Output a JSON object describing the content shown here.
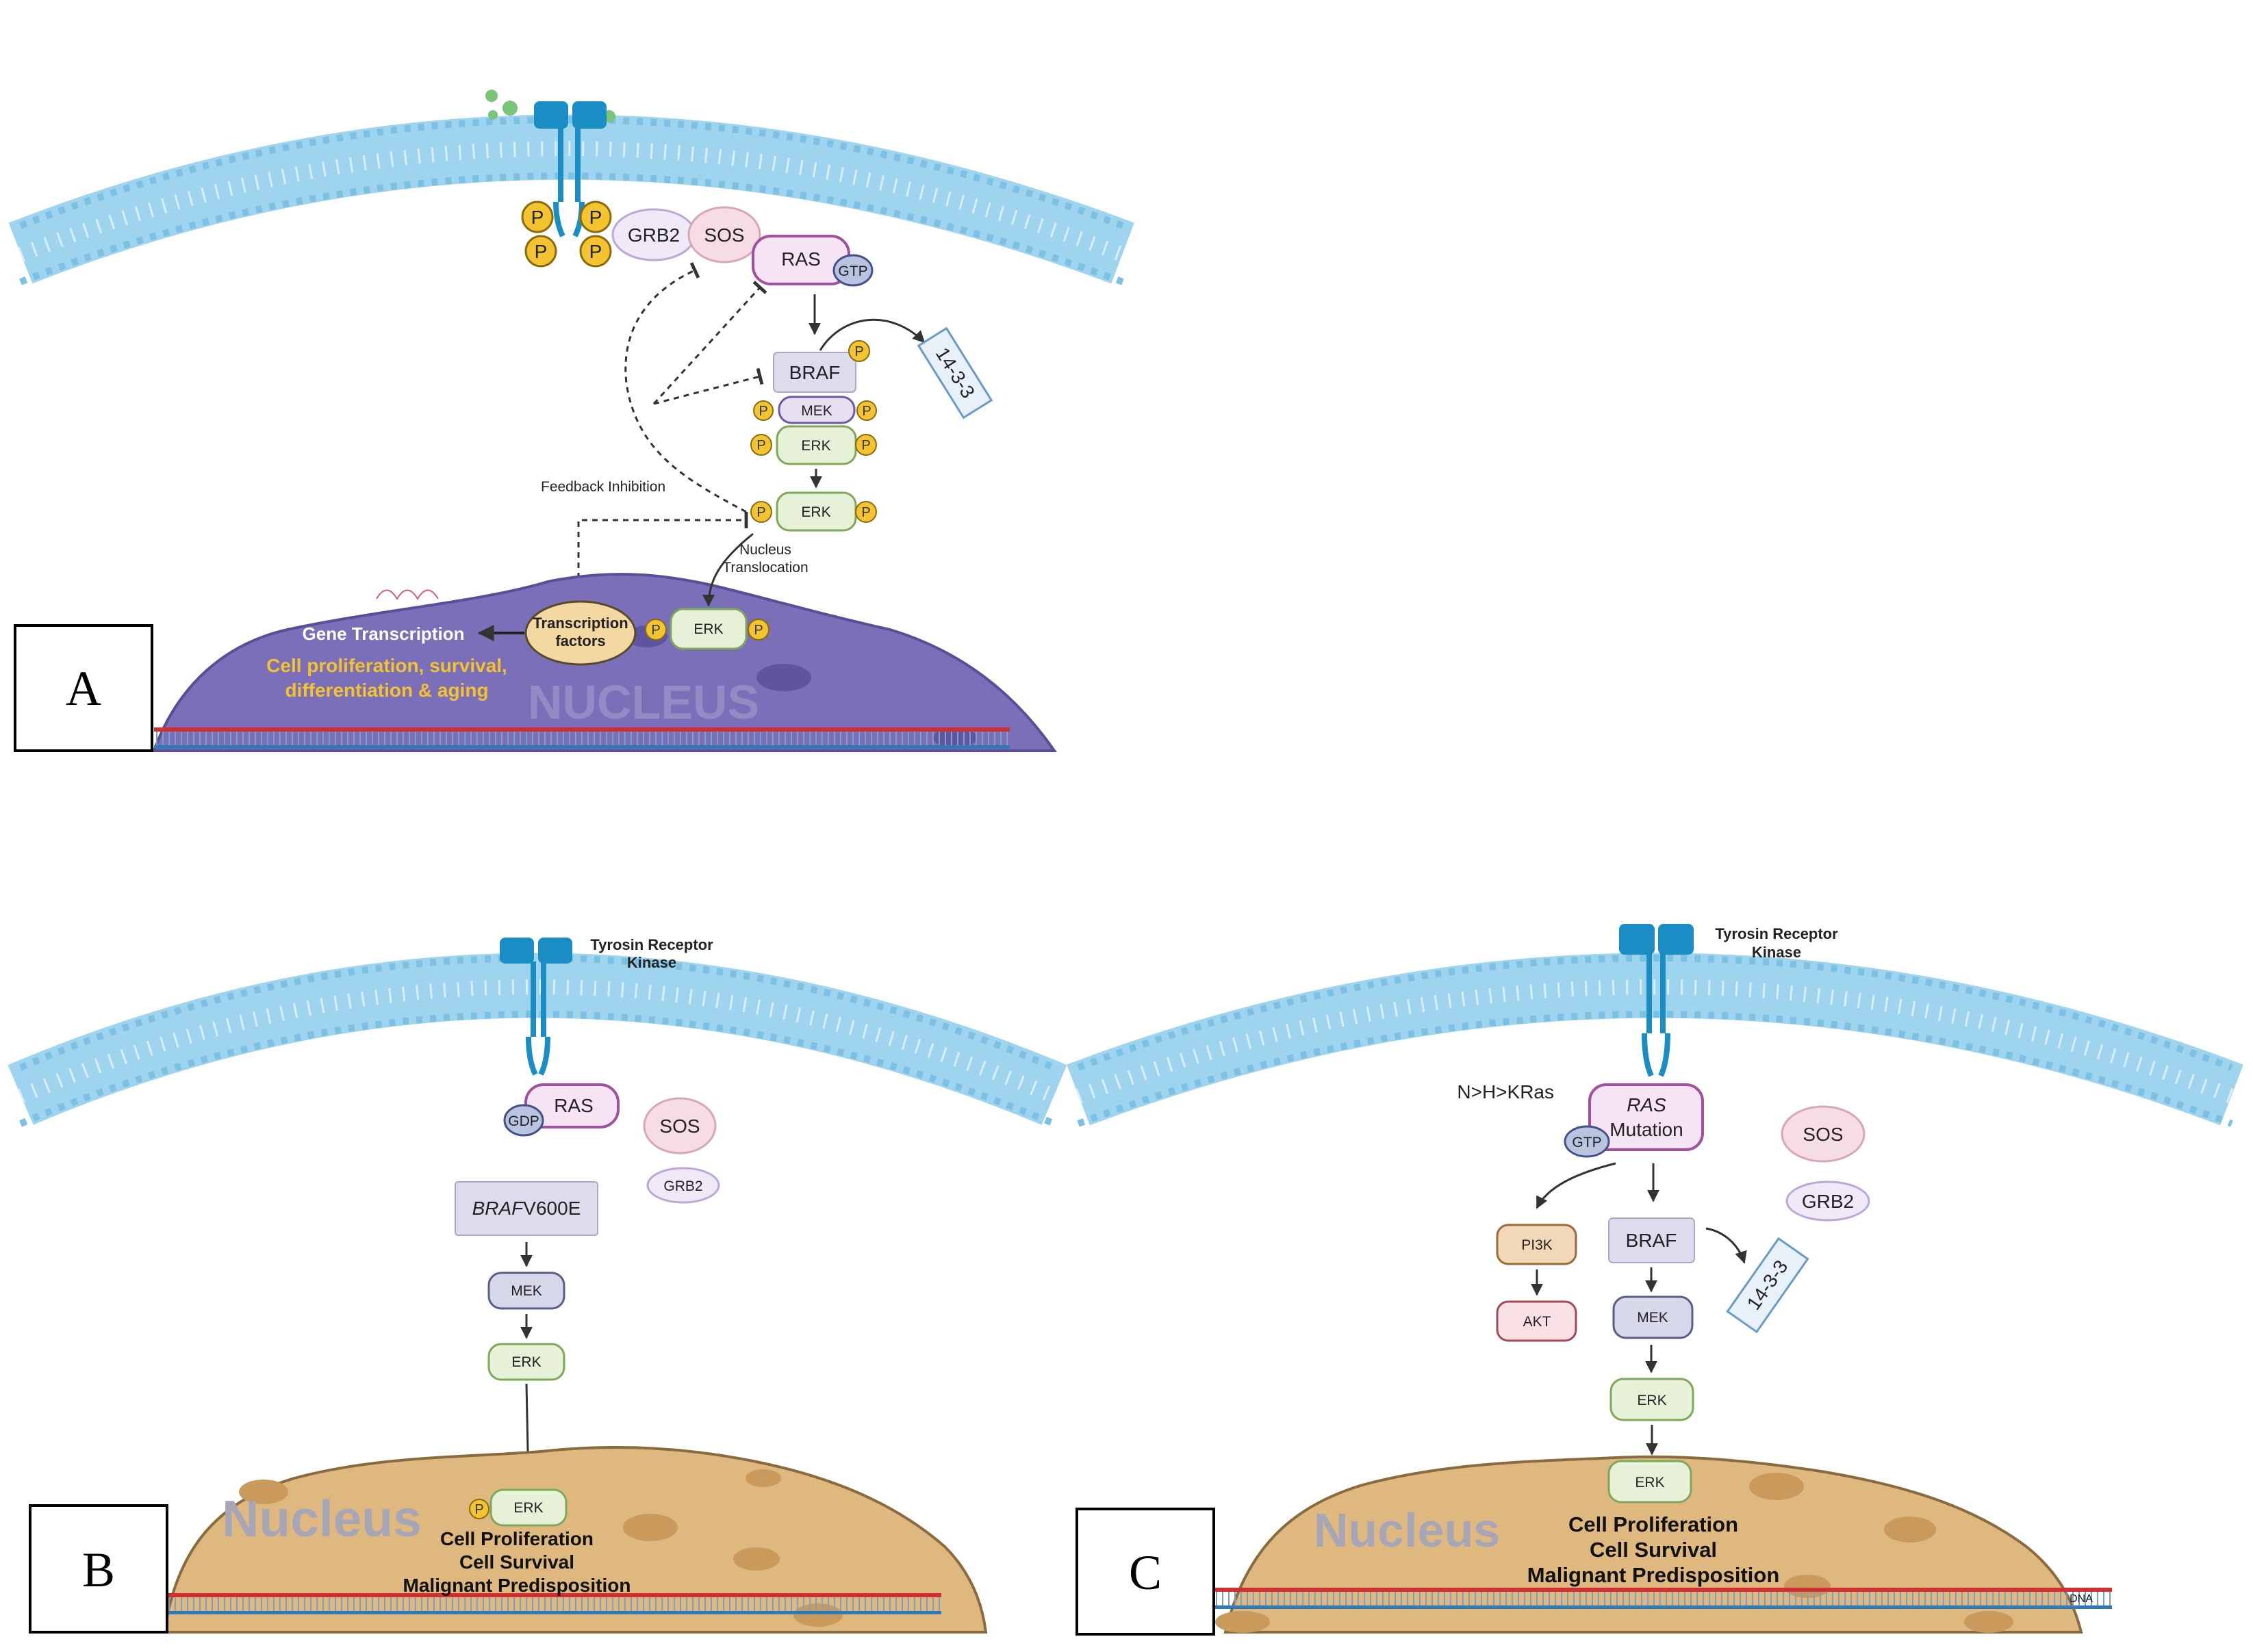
{
  "panels": [
    {
      "letter": "A"
    },
    {
      "letter": "B"
    },
    {
      "letter": "C"
    }
  ],
  "phospho_label": "P",
  "panel_a": {
    "grb2": "GRB2",
    "sos": "SOS",
    "ras": "RAS",
    "gtp": "GTP",
    "braf": "BRAF",
    "p1433": "14-3-3",
    "mek": "MEK",
    "erk": "ERK",
    "erk2": "ERK",
    "erk_nucleus": "ERK",
    "feedback": "Feedback Inhibition",
    "translocation_1": "Nucleus",
    "translocation_2": "Translocation",
    "tf_1": "Transcription",
    "tf_2": "factors",
    "gene_transcription": "Gene Transcription",
    "outcome_1": "Cell proliferation, survival,",
    "outcome_2": "differentiation & aging",
    "nucleus": "NUCLEUS"
  },
  "panel_b": {
    "receptor_1": "Tyrosin Receptor",
    "receptor_2": "Kinase",
    "gdp": "GDP",
    "ras": "RAS",
    "sos": "SOS",
    "grb2": "GRB2",
    "braf_gene": "BRAF",
    "braf_mut": "V600E",
    "mek": "MEK",
    "erk": "ERK",
    "erk_nucleus": "ERK",
    "nucleus": "Nucleus",
    "outcome_1": "Cell Proliferation",
    "outcome_2": "Cell Survival",
    "outcome_3": "Malignant Predisposition"
  },
  "panel_c": {
    "receptor_1": "Tyrosin Receptor",
    "receptor_2": "Kinase",
    "ras_order": "N>H>KRas",
    "ras_gene": "RAS",
    "ras_mut": "Mutation",
    "gtp": "GTP",
    "sos": "SOS",
    "grb2": "GRB2",
    "pi3k": "PI3K",
    "akt": "AKT",
    "braf": "BRAF",
    "p1433": "14-3-3",
    "mek": "MEK",
    "erk": "ERK",
    "erk_nucleus": "ERK",
    "dna": "DNA",
    "nucleus": "Nucleus",
    "outcome_1": "Cell Proliferation",
    "outcome_2": "Cell Survival",
    "outcome_3": "Malignant Predisposition"
  },
  "colors": {
    "membrane": "#9fd4ee",
    "receptor": "#1a8dc4",
    "nucleus_a": "#7a6fb8",
    "nucleus_bc": "#deb87f",
    "phospho": "#f4c430",
    "dna_red": "#d13030",
    "dna_blue": "#2e79b6",
    "outcome_a": "#f2c230"
  }
}
